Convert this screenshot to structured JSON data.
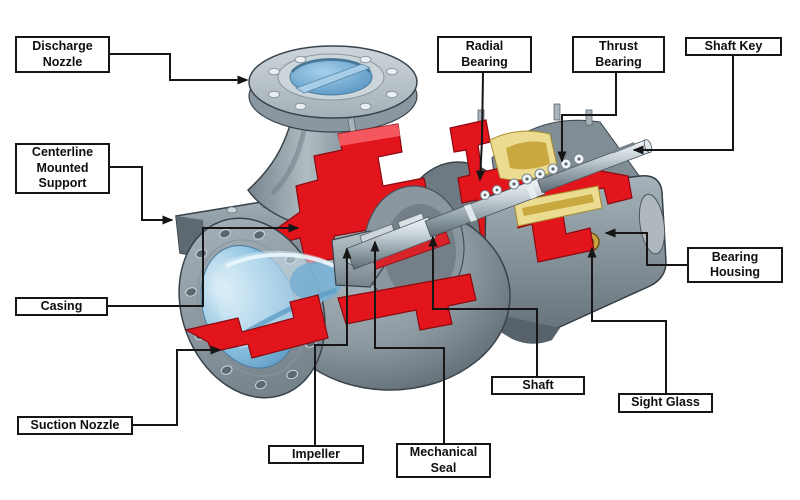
{
  "figure": {
    "type": "cutaway-diagram",
    "subject": "Centrifugal pump components diagram"
  },
  "diagram": {
    "labels": [
      {
        "id": "discharge-nozzle",
        "text": "Discharge\nNozzle"
      },
      {
        "id": "centerline-mounted-support",
        "text": "Centerline\nMounted\nSupport"
      },
      {
        "id": "casing",
        "text": "Casing"
      },
      {
        "id": "suction-nozzle",
        "text": "Suction Nozzle"
      },
      {
        "id": "impeller",
        "text": "Impeller"
      },
      {
        "id": "mechanical-seal",
        "text": "Mechanical\nSeal"
      },
      {
        "id": "shaft",
        "text": "Shaft"
      },
      {
        "id": "sight-glass",
        "text": "Sight Glass"
      },
      {
        "id": "bearing-housing",
        "text": "Bearing\nHousing"
      },
      {
        "id": "radial-bearing",
        "text": "Radial\nBearing"
      },
      {
        "id": "thrust-bearing",
        "text": "Thrust\nBearing"
      },
      {
        "id": "shaft-key",
        "text": "Shaft Key"
      }
    ],
    "colors": {
      "background": "#ffffff",
      "label_border": "#161616",
      "label_background": "#ffffff",
      "leader_line": "#161616",
      "cutaway_red": "#e2141c",
      "body_gray": "#9aa6ae",
      "fluid_blue": "#8cc2e2",
      "bearing_brass": "#ecdc92",
      "sight_glass_brass": "#caa43e"
    }
  }
}
